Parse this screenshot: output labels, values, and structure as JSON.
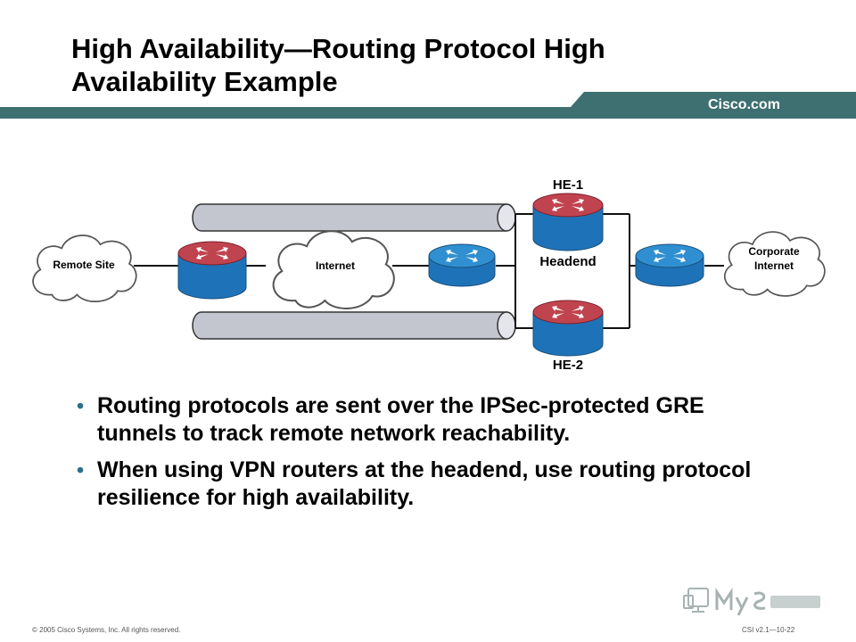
{
  "slide": {
    "title": "High Availability—Routing Protocol High\nAvailability Example",
    "site_link": "Cisco.com"
  },
  "diagram": {
    "labels": {
      "he1": "HE-1",
      "he2": "HE-2",
      "headend": "Headend",
      "remote_site": "Remote Site",
      "internet": "Internet",
      "corporate_line1": "Corporate",
      "corporate_line2": "Internet"
    }
  },
  "bullets": [
    "Routing protocols are sent over the IPSec-protected GRE tunnels to track remote network reachability.",
    "When using VPN routers at the headend, use routing protocol resilience for high availability."
  ],
  "footer": {
    "copyright": "© 2005 Cisco Systems, Inc. All rights reserved.",
    "course": "CSI v2.1—10-22"
  },
  "colors": {
    "header_bar": "#3e6f71",
    "router_vpn": "#c0444f",
    "router_plain": "#2f8fd0",
    "router_base": "#1e73b8",
    "tunnel": "#c3c6cf",
    "watermark": "#a8b2b2"
  },
  "icons": [
    "vpn-router-icon",
    "router-icon",
    "cloud-icon",
    "gre-tunnel-icon",
    "mysharedpresentations-logo"
  ]
}
